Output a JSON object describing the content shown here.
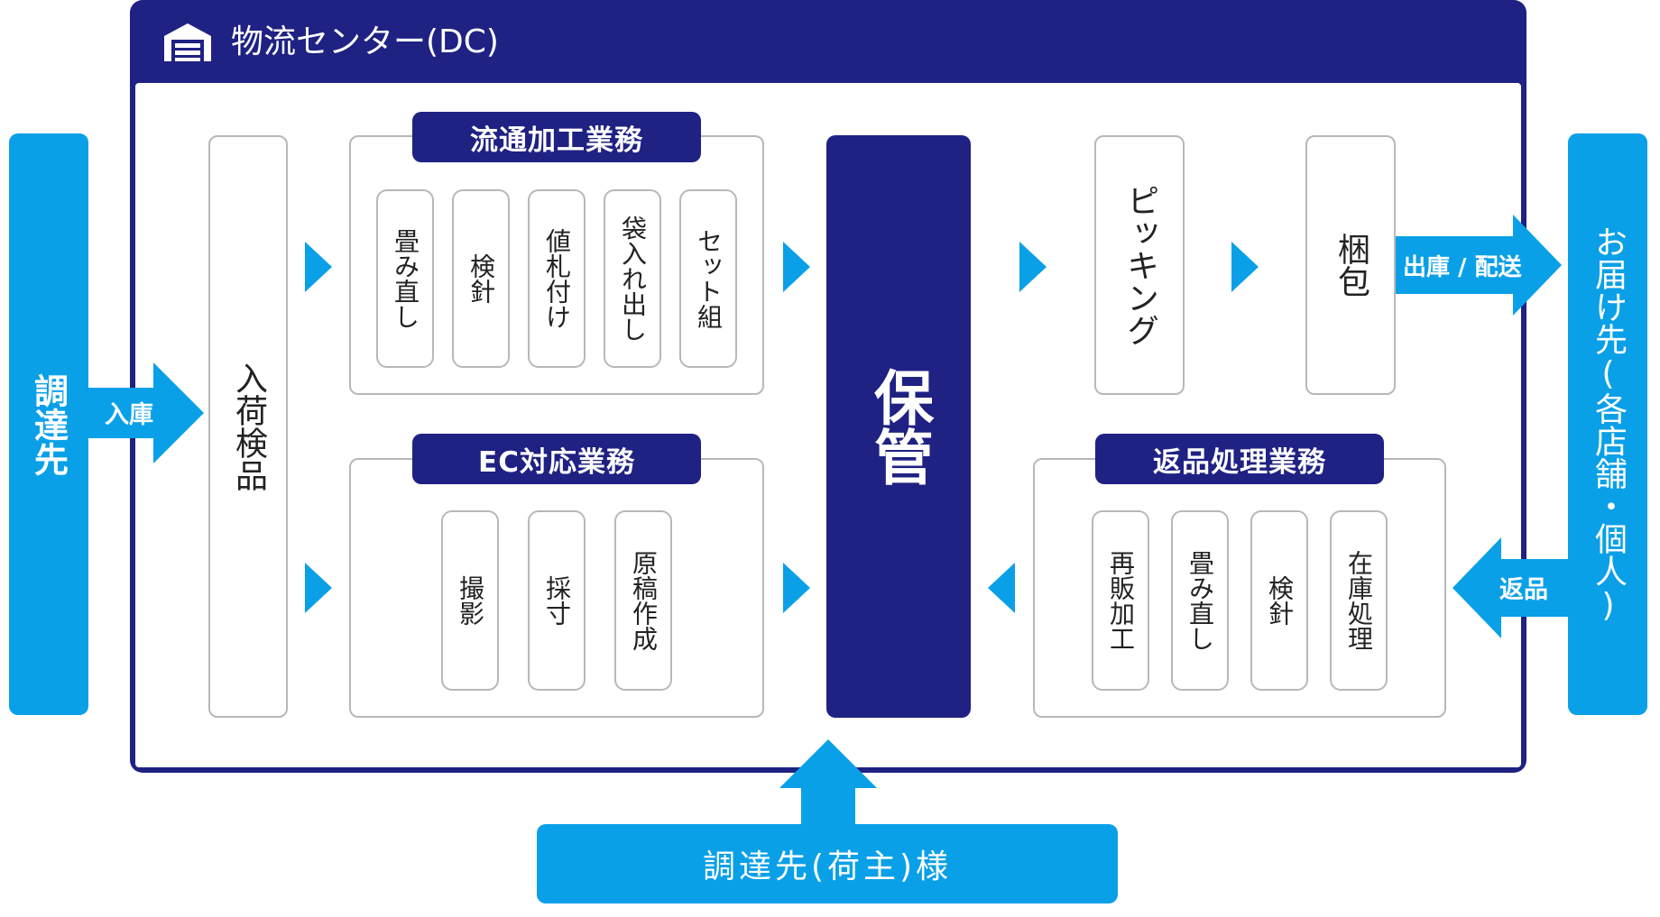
{
  "center": {
    "title": "物流センター(DC)",
    "icon": "warehouse-icon"
  },
  "supplier": {
    "label": "調達先",
    "in_label": "入庫"
  },
  "receiving": {
    "label": "入荷検品"
  },
  "processing": {
    "title": "流通加工業務",
    "items": [
      "畳み直し",
      "検針",
      "値札付け",
      "袋入れ出し",
      "セット組"
    ]
  },
  "ec": {
    "title": "EC対応業務",
    "items": [
      "撮影",
      "採寸",
      "原稿作成"
    ]
  },
  "storage": {
    "label": "保管"
  },
  "picking": {
    "label": "ピッキング"
  },
  "packing": {
    "label": "梱包"
  },
  "shipping": {
    "label": "出庫 / 配送"
  },
  "destination": {
    "label": "お届け先(各店舗・個人)"
  },
  "returns": {
    "title": "返品処理業務",
    "items": [
      "再販加工",
      "畳み直し",
      "検針",
      "在庫処理"
    ],
    "arrow_label": "返品"
  },
  "client": {
    "label": "調達先(荷主)様"
  },
  "colors": {
    "navy": "#1f2183",
    "blue": "#0aa0e8",
    "border": "#b8b8b8"
  }
}
